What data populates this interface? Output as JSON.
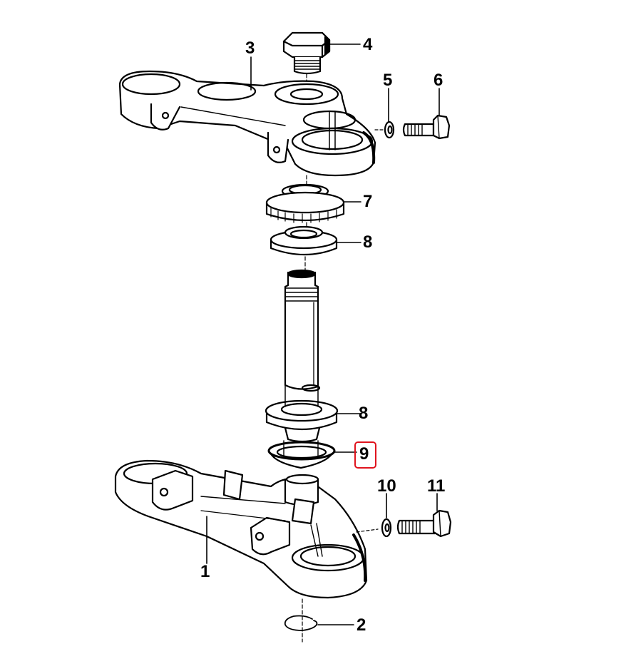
{
  "diagram": {
    "type": "exploded-parts-diagram",
    "subject": "steering head / fork triple clamp assembly",
    "highlight_color": "#e0141e",
    "highlighted_part": "9",
    "callouts": [
      {
        "id": "c1",
        "label": "1",
        "part": "lower-triple-clamp"
      },
      {
        "id": "c2",
        "label": "2",
        "part": "circlip"
      },
      {
        "id": "c3",
        "label": "3",
        "part": "upper-triple-clamp"
      },
      {
        "id": "c4",
        "label": "4",
        "part": "stem-cap-bolt"
      },
      {
        "id": "c5",
        "label": "5",
        "part": "washer-upper"
      },
      {
        "id": "c6",
        "label": "6",
        "part": "clamp-bolt-upper"
      },
      {
        "id": "c7",
        "label": "7",
        "part": "adjusting-ring-nut"
      },
      {
        "id": "c8a",
        "label": "8",
        "part": "bearing-upper"
      },
      {
        "id": "c8b",
        "label": "8",
        "part": "bearing-lower"
      },
      {
        "id": "c9",
        "label": "9",
        "part": "dust-seal-cup"
      },
      {
        "id": "c10",
        "label": "10",
        "part": "washer-lower"
      },
      {
        "id": "c11",
        "label": "11",
        "part": "clamp-bolt-lower"
      }
    ]
  }
}
